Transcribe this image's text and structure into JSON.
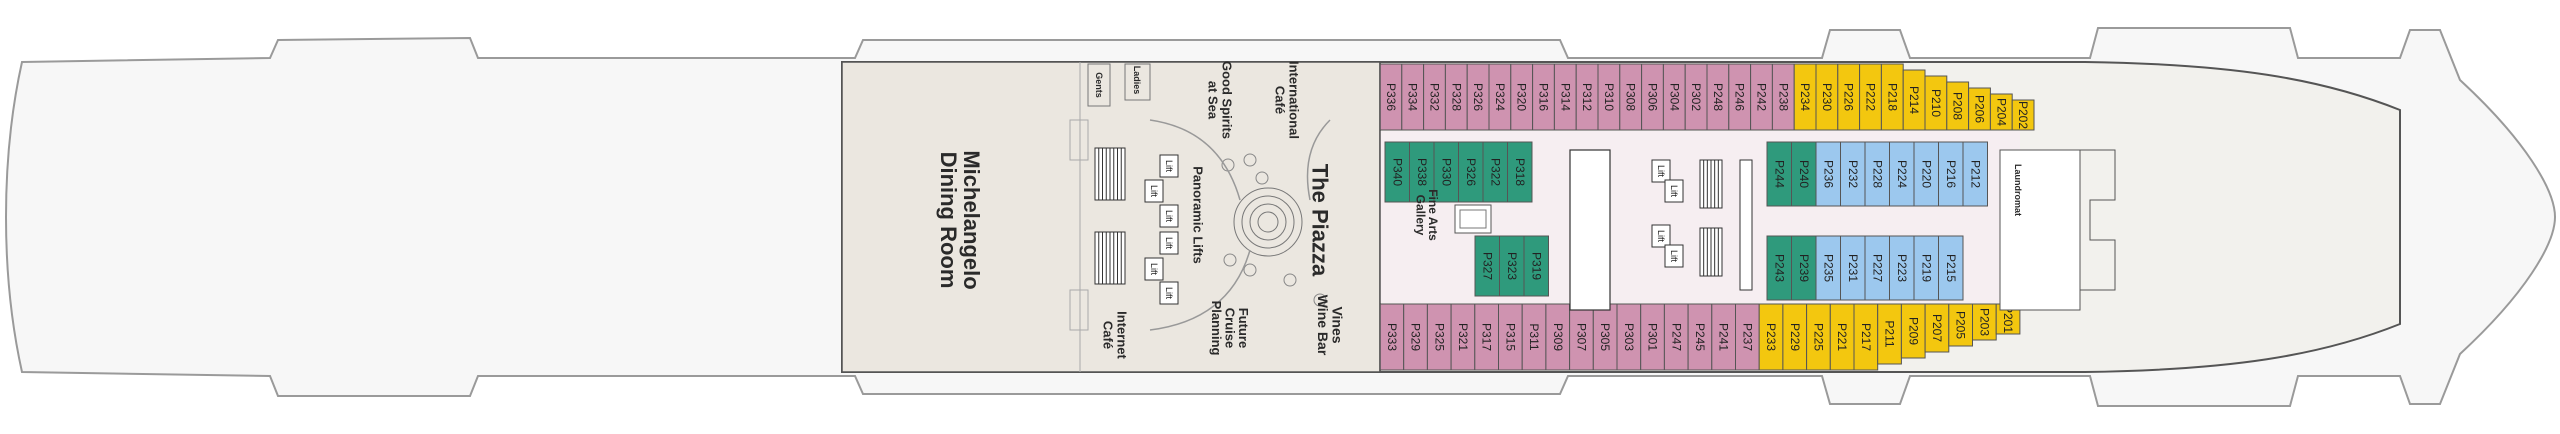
{
  "colors": {
    "hull_fill": "#f7f7f7",
    "hull_stroke": "#9a9a9a",
    "deck_fill": "#f2f1ed",
    "public_fill": "#ebe7e0",
    "corridor_fill": "#f6eef1",
    "pink": "#cf93b0",
    "yellow": "#f3c70f",
    "blue": "#9cc8ee",
    "green": "#2f9a7c",
    "line": "#555555"
  },
  "venues": {
    "dining": [
      "Michelangelo",
      "Dining Room"
    ],
    "piazza": "The Piazza",
    "good_spirits": [
      "Good Spirits",
      "at Sea"
    ],
    "international_cafe": [
      "International",
      "Café"
    ],
    "panoramic_lifts": "Panoramic Lifts",
    "fine_arts": [
      "Fine Arts",
      "Gallery"
    ],
    "vines": [
      "Vines",
      "Wine Bar"
    ],
    "future_cruise": [
      "Future",
      "Cruise",
      "Planning"
    ],
    "internet_cafe": [
      "Internet",
      "Café"
    ],
    "ladies": "Ladies",
    "gents": "Gents",
    "laundromat": "Laundromat",
    "lift": "Lift"
  },
  "cabins": {
    "top_outer": [
      {
        "label": "P336",
        "color": "pink"
      },
      {
        "label": "P334",
        "color": "pink"
      },
      {
        "label": "P332",
        "color": "pink"
      },
      {
        "label": "P328",
        "color": "pink"
      },
      {
        "label": "P326",
        "color": "pink"
      },
      {
        "label": "P324",
        "color": "pink"
      },
      {
        "label": "P320",
        "color": "pink"
      },
      {
        "label": "P316",
        "color": "pink"
      },
      {
        "label": "P314",
        "color": "pink"
      },
      {
        "label": "P312",
        "color": "pink"
      },
      {
        "label": "P310",
        "color": "pink"
      },
      {
        "label": "P308",
        "color": "pink"
      },
      {
        "label": "P306",
        "color": "pink"
      },
      {
        "label": "P304",
        "color": "pink"
      },
      {
        "label": "P302",
        "color": "pink"
      },
      {
        "label": "P248",
        "color": "pink"
      },
      {
        "label": "P246",
        "color": "pink"
      },
      {
        "label": "P242",
        "color": "pink"
      },
      {
        "label": "P238",
        "color": "pink"
      },
      {
        "label": "P234",
        "color": "yellow"
      },
      {
        "label": "P230",
        "color": "yellow"
      },
      {
        "label": "P226",
        "color": "yellow"
      },
      {
        "label": "P222",
        "color": "yellow"
      },
      {
        "label": "P218",
        "color": "yellow"
      },
      {
        "label": "P214",
        "color": "yellow"
      },
      {
        "label": "P210",
        "color": "yellow"
      },
      {
        "label": "P208",
        "color": "yellow"
      },
      {
        "label": "P206",
        "color": "yellow"
      },
      {
        "label": "P204",
        "color": "yellow"
      },
      {
        "label": "P202",
        "color": "yellow"
      }
    ],
    "bottom_outer": [
      {
        "label": "P333",
        "color": "pink"
      },
      {
        "label": "P329",
        "color": "pink"
      },
      {
        "label": "P325",
        "color": "pink"
      },
      {
        "label": "P321",
        "color": "pink"
      },
      {
        "label": "P317",
        "color": "pink"
      },
      {
        "label": "P315",
        "color": "pink"
      },
      {
        "label": "P311",
        "color": "pink"
      },
      {
        "label": "P309",
        "color": "pink"
      },
      {
        "label": "P307",
        "color": "pink"
      },
      {
        "label": "P305",
        "color": "pink"
      },
      {
        "label": "P303",
        "color": "pink"
      },
      {
        "label": "P301",
        "color": "pink"
      },
      {
        "label": "P247",
        "color": "pink"
      },
      {
        "label": "P245",
        "color": "pink"
      },
      {
        "label": "P241",
        "color": "pink"
      },
      {
        "label": "P237",
        "color": "pink"
      },
      {
        "label": "P233",
        "color": "yellow"
      },
      {
        "label": "P229",
        "color": "yellow"
      },
      {
        "label": "P225",
        "color": "yellow"
      },
      {
        "label": "P221",
        "color": "yellow"
      },
      {
        "label": "P217",
        "color": "yellow"
      },
      {
        "label": "P211",
        "color": "yellow"
      },
      {
        "label": "P209",
        "color": "yellow"
      },
      {
        "label": "P207",
        "color": "yellow"
      },
      {
        "label": "P205",
        "color": "yellow"
      },
      {
        "label": "P203",
        "color": "yellow"
      },
      {
        "label": "P201",
        "color": "yellow"
      }
    ],
    "inner_aft_top": [
      {
        "label": "P340",
        "color": "green"
      },
      {
        "label": "P338",
        "color": "green"
      },
      {
        "label": "P330",
        "color": "green"
      },
      {
        "label": "P326",
        "color": "green"
      },
      {
        "label": "P322",
        "color": "green"
      },
      {
        "label": "P318",
        "color": "green"
      }
    ],
    "inner_aft_bottom": [
      {
        "label": "P327",
        "color": "green"
      },
      {
        "label": "P323",
        "color": "green"
      },
      {
        "label": "P319",
        "color": "green"
      }
    ],
    "inner_fwd_top": [
      {
        "label": "P244",
        "color": "green"
      },
      {
        "label": "P240",
        "color": "green"
      },
      {
        "label": "P236",
        "color": "blue"
      },
      {
        "label": "P232",
        "color": "blue"
      },
      {
        "label": "P228",
        "color": "blue"
      },
      {
        "label": "P224",
        "color": "blue"
      },
      {
        "label": "P220",
        "color": "blue"
      },
      {
        "label": "P216",
        "color": "blue"
      },
      {
        "label": "P212",
        "color": "blue"
      }
    ],
    "inner_fwd_bottom": [
      {
        "label": "P243",
        "color": "green"
      },
      {
        "label": "P239",
        "color": "green"
      },
      {
        "label": "P235",
        "color": "blue"
      },
      {
        "label": "P231",
        "color": "blue"
      },
      {
        "label": "P227",
        "color": "blue"
      },
      {
        "label": "P223",
        "color": "blue"
      },
      {
        "label": "P219",
        "color": "blue"
      },
      {
        "label": "P215",
        "color": "blue"
      }
    ]
  }
}
